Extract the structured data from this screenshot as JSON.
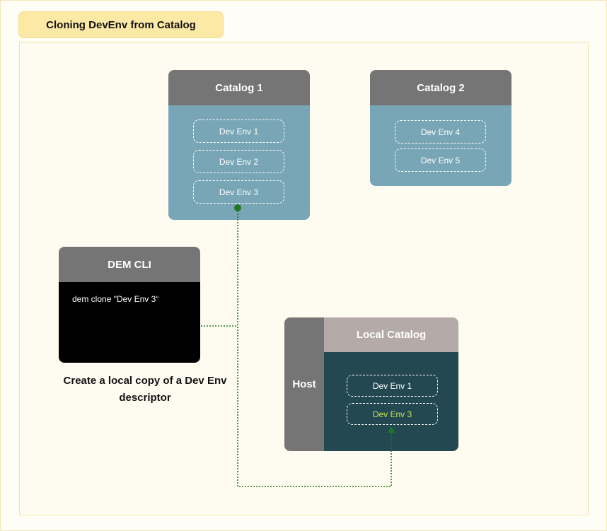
{
  "title": "Cloning DevEnv from Catalog",
  "catalog1": {
    "title": "Catalog 1",
    "envs": [
      "Dev Env 1",
      "Dev Env 2",
      "Dev Env 3"
    ]
  },
  "catalog2": {
    "title": "Catalog 2",
    "envs": [
      "Dev Env 4",
      "Dev Env 5"
    ]
  },
  "cli": {
    "title": "DEM CLI",
    "command": "dem clone \"Dev Env 3“"
  },
  "caption": "Create a local copy of a Dev Env descriptor",
  "host": {
    "label": "Host",
    "local_catalog": {
      "title": "Local Catalog",
      "envs": [
        "Dev Env 1",
        "Dev Env 3"
      ]
    }
  },
  "colors": {
    "connector": "#1e7a1e",
    "highlight_text": "#c6e84a",
    "card_header": "#757575",
    "catalog_body": "#78a6b6",
    "local_body": "#234851",
    "title_pill": "#fde9a6"
  }
}
